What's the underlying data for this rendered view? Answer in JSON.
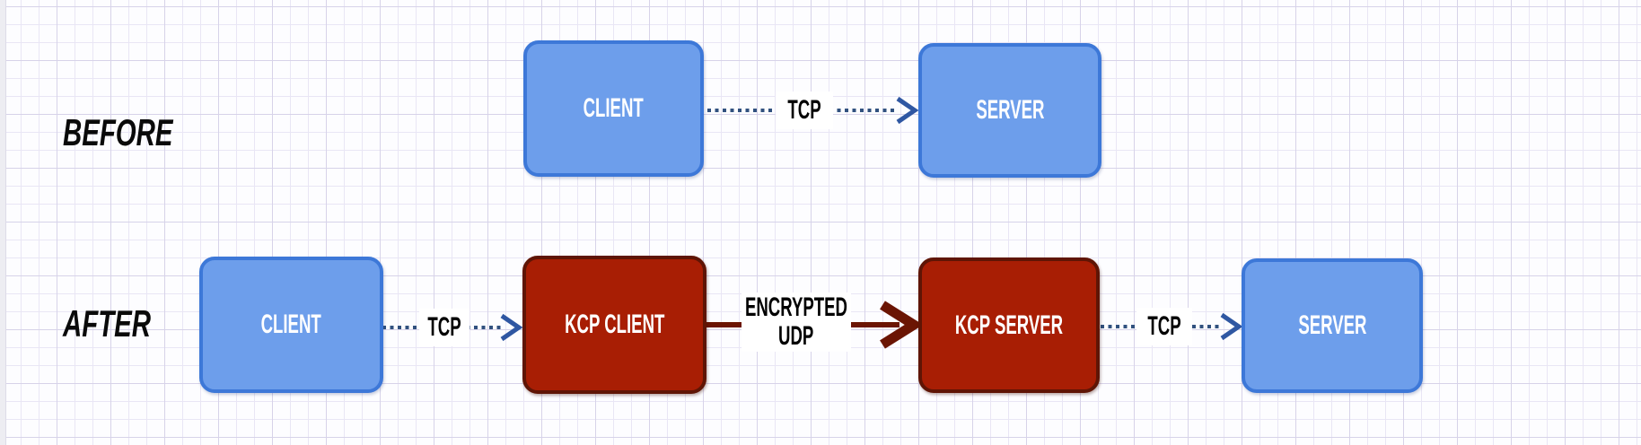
{
  "diagram": {
    "rows": [
      {
        "label": "BEFORE",
        "nodes": [
          {
            "label": "CLIENT",
            "kind": "endpoint"
          },
          {
            "label": "SERVER",
            "kind": "endpoint"
          }
        ],
        "connections": [
          {
            "label": "TCP",
            "style": "dotted",
            "from": "CLIENT",
            "to": "SERVER"
          }
        ]
      },
      {
        "label": "AFTER",
        "nodes": [
          {
            "label": "CLIENT",
            "kind": "endpoint"
          },
          {
            "label": "KCP CLIENT",
            "kind": "kcp"
          },
          {
            "label": "KCP SERVER",
            "kind": "kcp"
          },
          {
            "label": "SERVER",
            "kind": "endpoint"
          }
        ],
        "connections": [
          {
            "label": "TCP",
            "style": "dotted",
            "from": "CLIENT",
            "to": "KCP CLIENT"
          },
          {
            "label": "ENCRYPTED UDP",
            "lines": [
              "ENCRYPTED",
              "UDP"
            ],
            "style": "solid-thick",
            "from": "KCP CLIENT",
            "to": "KCP SERVER"
          },
          {
            "label": "TCP",
            "style": "dotted",
            "from": "KCP SERVER",
            "to": "SERVER"
          }
        ]
      }
    ],
    "colors": {
      "endpoint_fill": "#6D9EEB",
      "endpoint_border": "#3D78D8",
      "kcp_fill": "#A81E04",
      "kcp_border": "#5F1505",
      "node_text": "#FFFFFF",
      "tcp_arrow": "#31517F",
      "tcp_arrowhead": "#2F57A2",
      "udp_arrow": "#6B1503",
      "label_text": "#000000",
      "grid_line": "#E9E6F5"
    }
  }
}
